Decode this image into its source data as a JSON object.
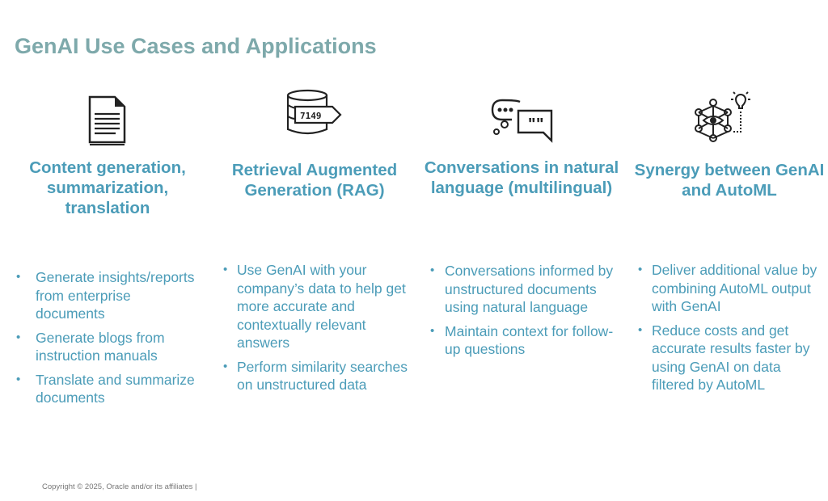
{
  "title": "GenAI Use Cases and Applications",
  "columns": [
    {
      "icon": "document-icon",
      "heading": "Content generation, summarization, translation",
      "bullets": [
        "Generate insights/reports from enterprise documents",
        "Generate blogs from instruction manuals",
        "Translate and summarize documents"
      ]
    },
    {
      "icon": "database-tag-icon",
      "icon_text": "7149",
      "heading": "Retrieval Augmented Generation (RAG)",
      "bullets": [
        "Use GenAI with your company’s data to help get more accurate and contextually relevant answers",
        "Perform similarity searches on unstructured data"
      ]
    },
    {
      "icon": "chat-bubbles-icon",
      "heading": "Conversations in natural language (multilingual)",
      "bullets": [
        "Conversations informed by unstructured documents using natural language",
        "Maintain context for follow-up questions"
      ]
    },
    {
      "icon": "network-lightbulb-icon",
      "heading": "Synergy between GenAI and AutoML",
      "bullets": [
        "Deliver additional value by combining AutoML output with GenAI",
        "Reduce costs and get accurate results faster by using GenAI on data filtered by AutoML"
      ]
    }
  ],
  "footer": "Copyright © 2025, Oracle and/or its affiliates |"
}
